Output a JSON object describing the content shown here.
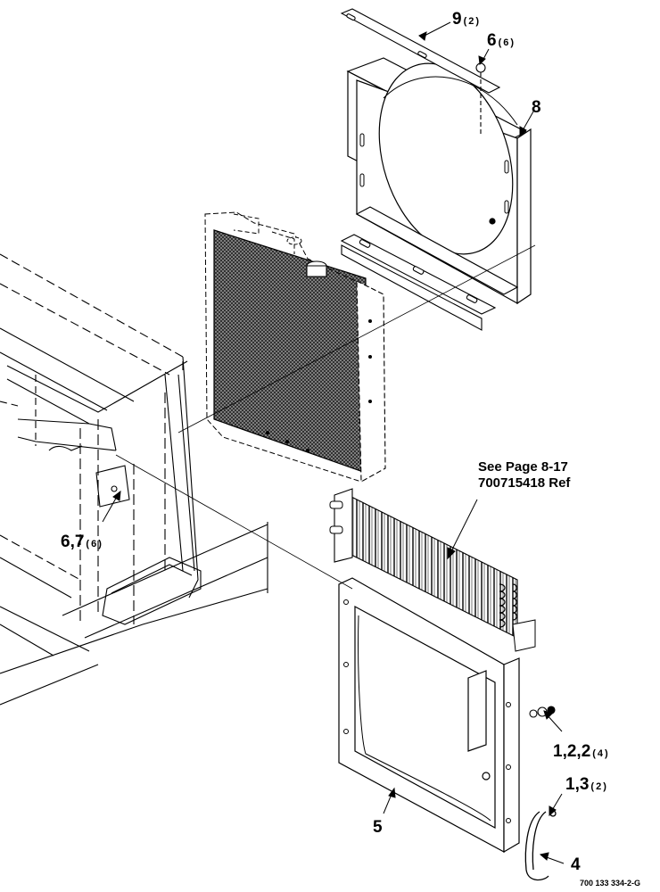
{
  "callouts": [
    {
      "id": "c9",
      "number": "9",
      "qty": "(2)"
    },
    {
      "id": "c6",
      "number": "6",
      "qty": "(6)"
    },
    {
      "id": "c8",
      "number": "8",
      "qty": ""
    },
    {
      "id": "c67",
      "number": "6,7",
      "qty": "(6)"
    },
    {
      "id": "c122",
      "number": "1,2,2",
      "qty": "(4)"
    },
    {
      "id": "c13",
      "number": "1,3",
      "qty": "(2)"
    },
    {
      "id": "c5",
      "number": "5",
      "qty": ""
    },
    {
      "id": "c4",
      "number": "4",
      "qty": ""
    }
  ],
  "reference_note": {
    "line1": "See Page 8-17",
    "line2": "700715418 Ref"
  },
  "document_number": "700 133 334-2-G",
  "colors": {
    "ink": "#000000",
    "core": "#3a3a3a",
    "paper": "#ffffff"
  }
}
